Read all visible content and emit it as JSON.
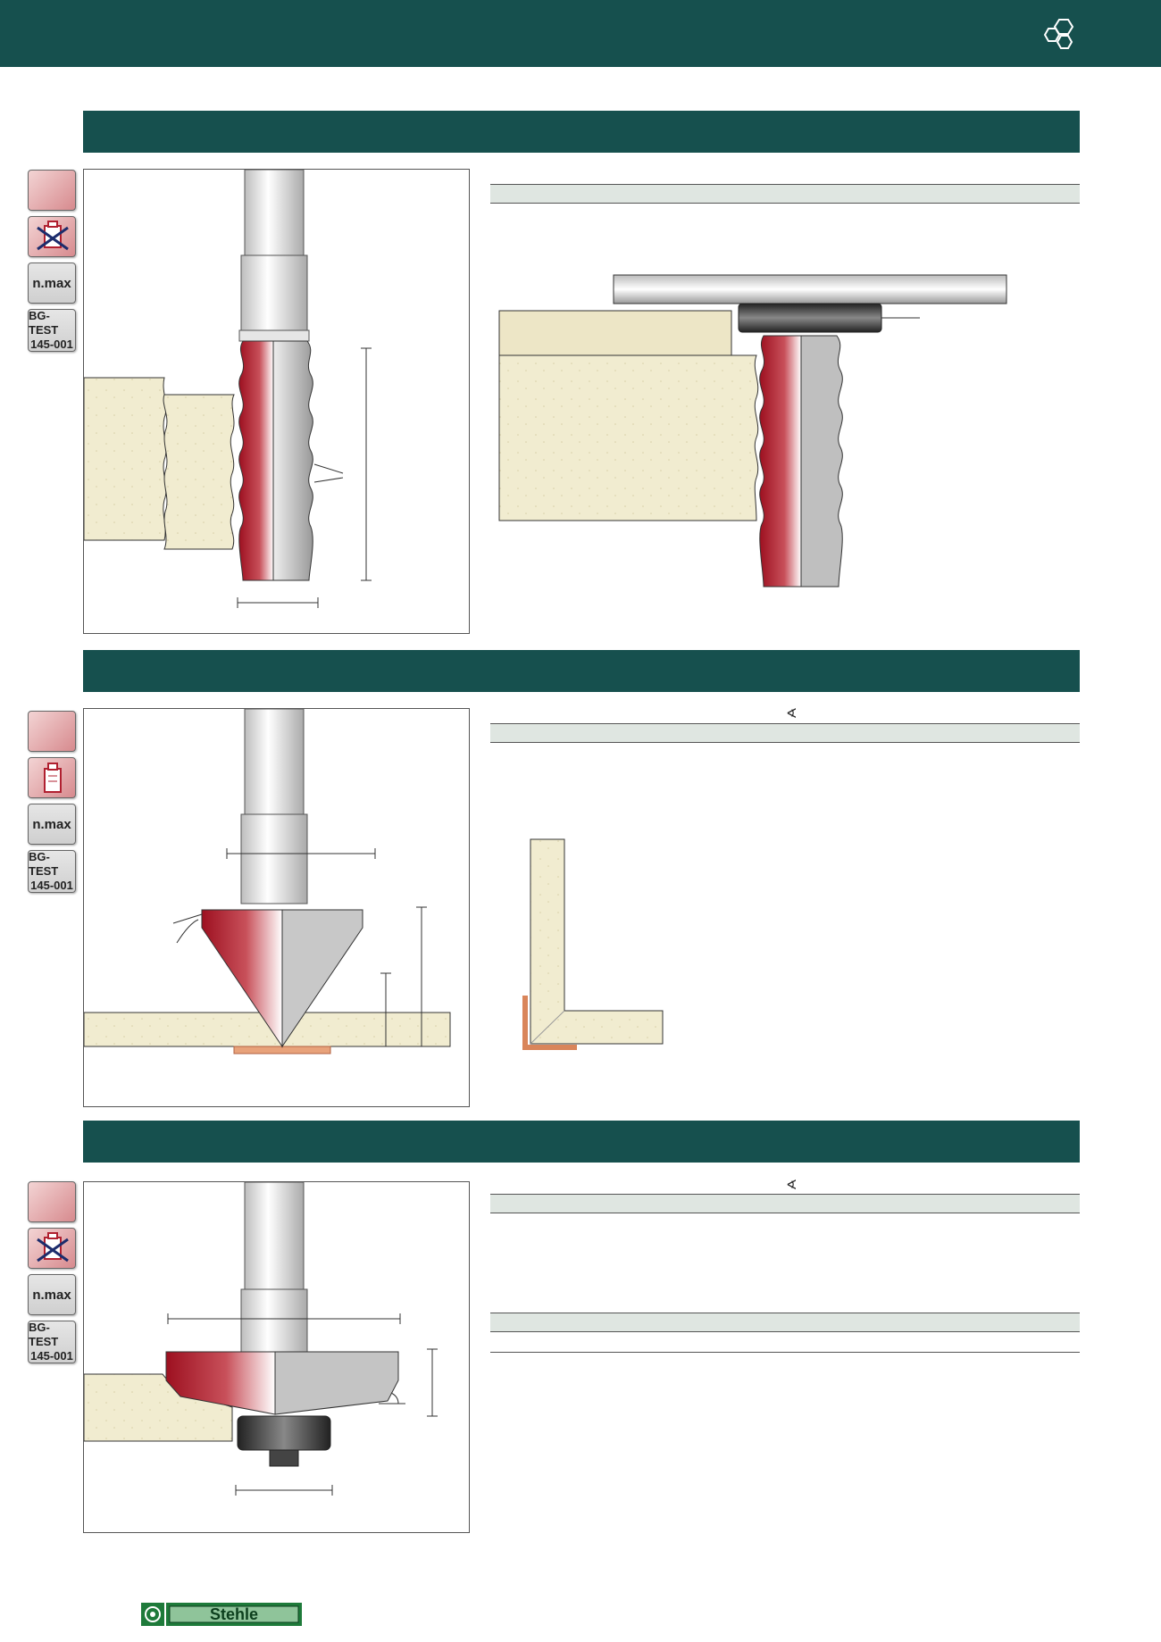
{
  "icons": {
    "nmax_label": "n.max",
    "bgtest_line1": "BG-TEST",
    "bgtest_line2": "145-001"
  },
  "sections": [
    {
      "angle_symbol": ""
    },
    {
      "angle_symbol": "∢"
    },
    {
      "angle_symbol": "∢"
    }
  ],
  "footer": {
    "brand": "Stehle"
  },
  "colors": {
    "header": "#16504e",
    "wood": "#f1ecd0",
    "cutter_red": "#b0202c",
    "table_row": "#dfe6e1"
  }
}
